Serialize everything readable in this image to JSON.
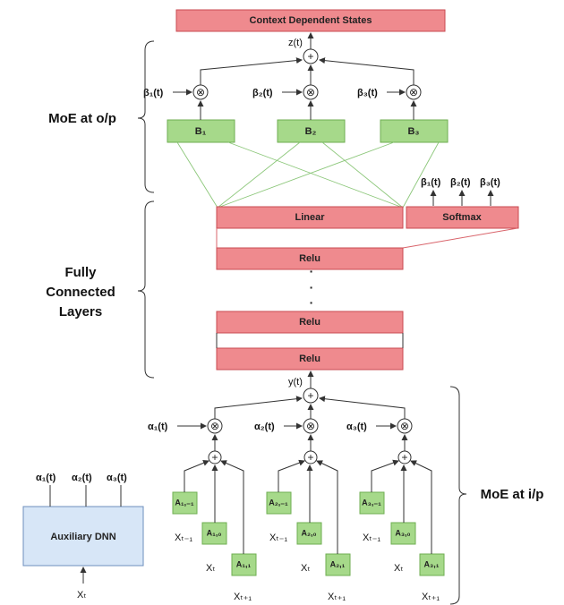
{
  "top_box": "Context Dependent States",
  "labels": {
    "z_t": "z(t)",
    "y_t": "y(t)"
  },
  "beta_weights": [
    "β₁(t)",
    "β₂(t)",
    "β₃(t)"
  ],
  "beta_outputs": [
    "β₁(t)",
    "β₂(t)",
    "β₃(t)"
  ],
  "experts_out": [
    "B₁",
    "B₂",
    "B₃"
  ],
  "fc_layers": {
    "linear": "Linear",
    "softmax": "Softmax",
    "relu_top": "Relu",
    "relu_mid": "Relu",
    "relu_bottom": "Relu",
    "dots": "·"
  },
  "alpha_weights": [
    "α₁(t)",
    "α₂(t)",
    "α₃(t)"
  ],
  "alpha_outputs": [
    "α₁(t)",
    "α₂(t)",
    "α₃(t)"
  ],
  "experts_in": [
    [
      "A₁,₋₁",
      "A₁,₀",
      "A₁,₁"
    ],
    [
      "A₂,₋₁",
      "A₂,₀",
      "A₂,₁"
    ],
    [
      "A₃,₋₁",
      "A₃,₀",
      "A₃,₁"
    ]
  ],
  "inputs": [
    "Xₜ₋₁",
    "Xₜ",
    "Xₜ₊₁"
  ],
  "auxiliary": {
    "label": "Auxiliary DNN",
    "input": "Xₜ"
  },
  "sections": {
    "moe_out": "MoE at o/p",
    "fc_line1": "Fully",
    "fc_line2": "Connected",
    "fc_line3": "Layers",
    "moe_in": "MoE at i/p"
  },
  "operators": {
    "multiply": "⊗",
    "add": "+"
  }
}
